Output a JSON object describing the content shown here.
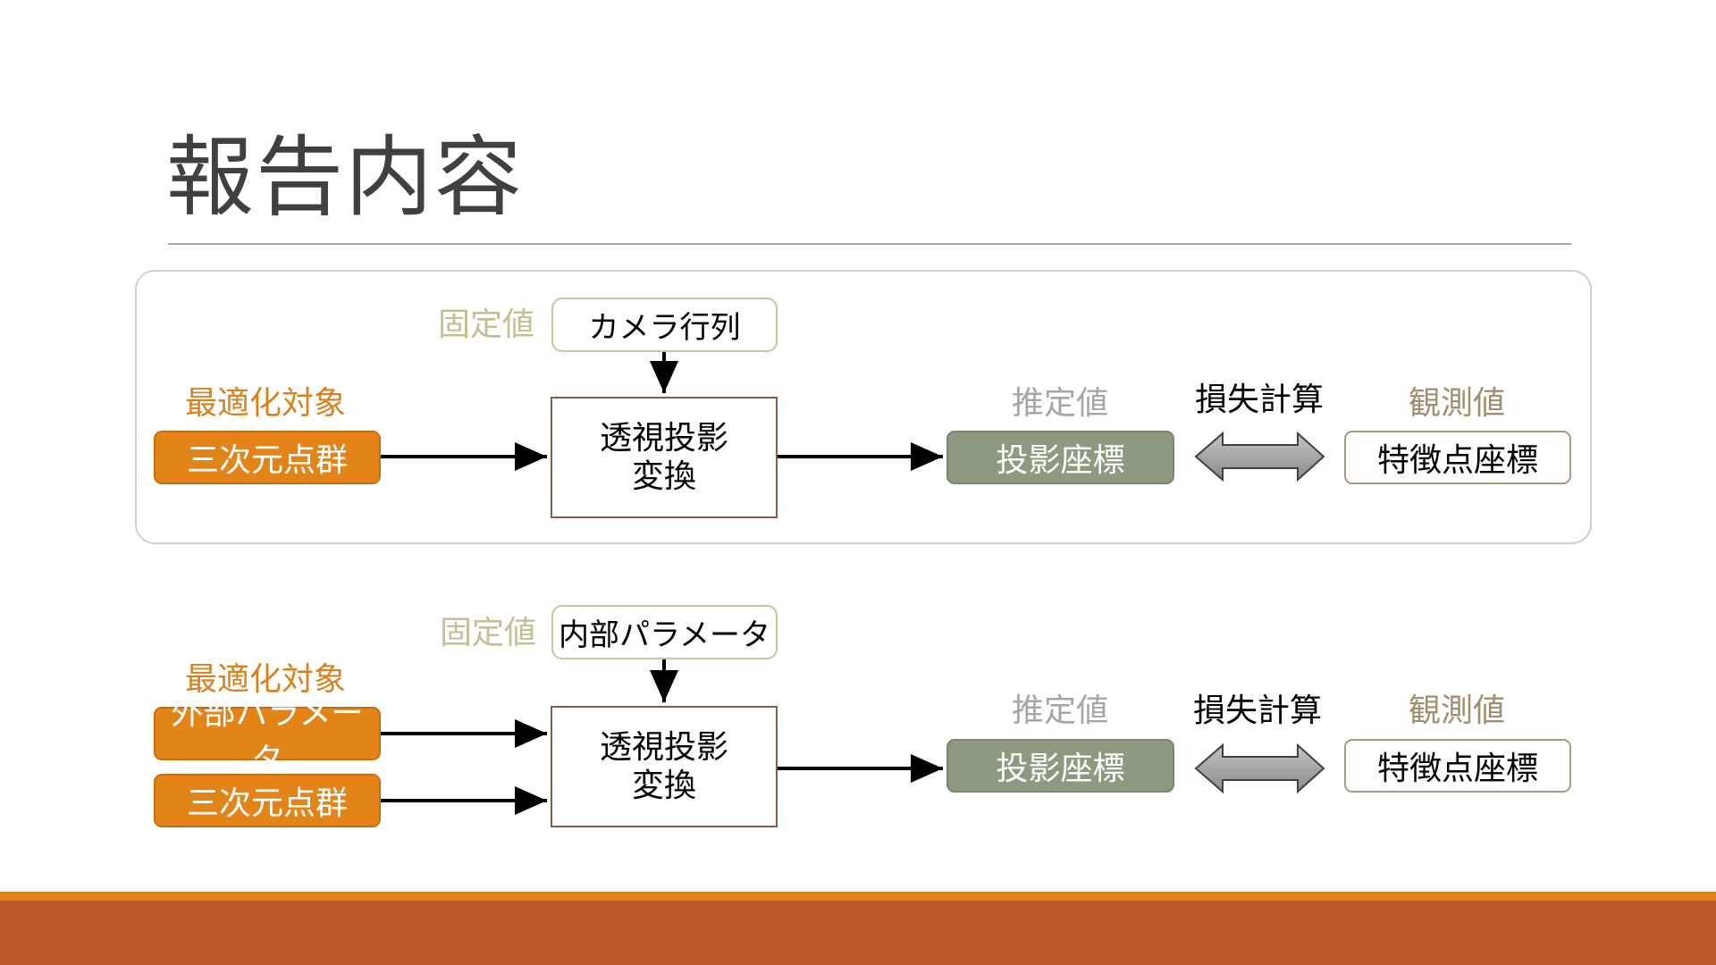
{
  "slide": {
    "title": "報告内容",
    "colors": {
      "accent_orange": "#e38418",
      "footer": "#bd582c",
      "estimate_fill": "#8e9a80"
    }
  },
  "diagram_top": {
    "fixed_label": "固定値",
    "camera_box": "カメラ行列",
    "optimize_label": "最適化対象",
    "input_box": "三次元点群",
    "process_line1": "透視投影",
    "process_line2": "変換",
    "estimate_label": "推定値",
    "estimate_box": "投影座標",
    "loss_label": "損失計算",
    "observed_label": "観測値",
    "observed_box": "特徴点座標"
  },
  "diagram_bottom": {
    "fixed_label": "固定値",
    "fixed_box": "内部パラメータ",
    "optimize_label": "最適化対象",
    "input_box_1": "外部パラメータ",
    "input_box_2": "三次元点群",
    "process_line1": "透視投影",
    "process_line2": "変換",
    "estimate_label": "推定値",
    "estimate_box": "投影座標",
    "loss_label": "損失計算",
    "observed_label": "観測値",
    "observed_box": "特徴点座標"
  },
  "icons": {
    "arrow": "right-arrow-icon",
    "double_arrow": "double-arrow-icon"
  }
}
